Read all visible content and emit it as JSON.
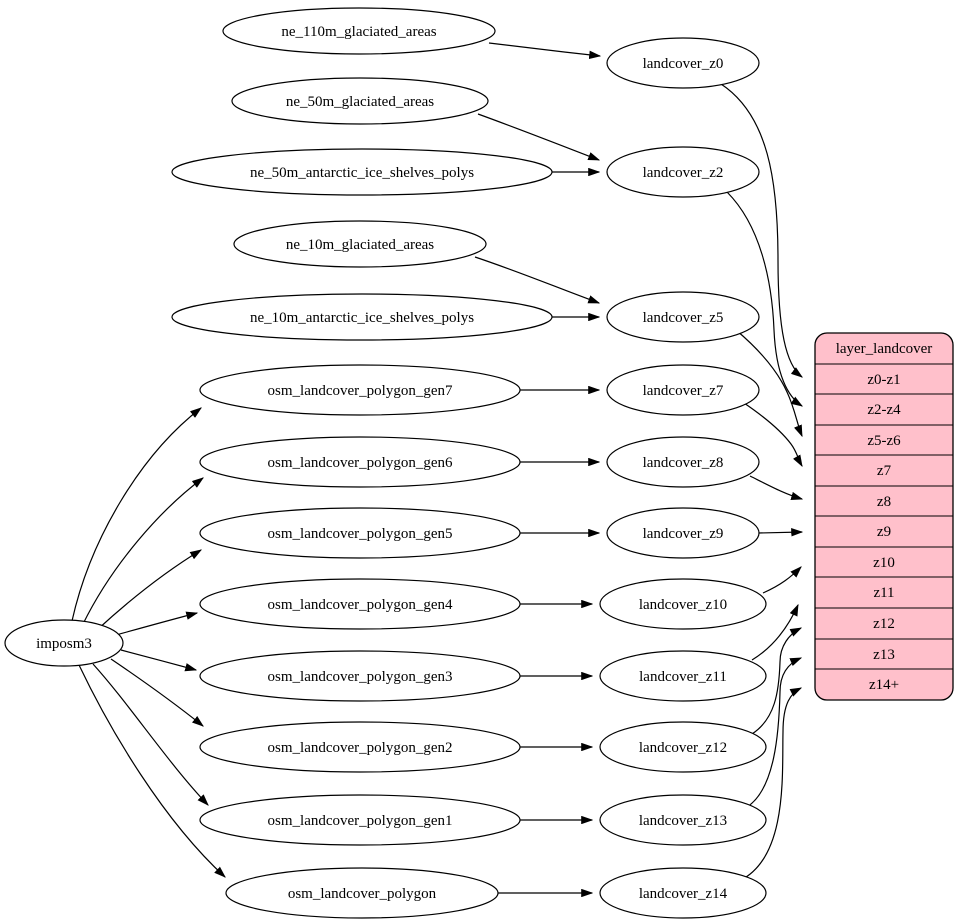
{
  "diagram": {
    "title": "layer_landcover ETL graph",
    "colors": {
      "background": "#ffffff",
      "node_fill": "#ffffff",
      "node_stroke": "#000000",
      "edge_color": "#000000",
      "table_fill": "#ffc0cb"
    },
    "root": {
      "label": "imposm3"
    },
    "sources": [
      {
        "label": "ne_110m_glaciated_areas"
      },
      {
        "label": "ne_50m_glaciated_areas"
      },
      {
        "label": "ne_50m_antarctic_ice_shelves_polys"
      },
      {
        "label": "ne_10m_glaciated_areas"
      },
      {
        "label": "ne_10m_antarctic_ice_shelves_polys"
      },
      {
        "label": "osm_landcover_polygon_gen7"
      },
      {
        "label": "osm_landcover_polygon_gen6"
      },
      {
        "label": "osm_landcover_polygon_gen5"
      },
      {
        "label": "osm_landcover_polygon_gen4"
      },
      {
        "label": "osm_landcover_polygon_gen3"
      },
      {
        "label": "osm_landcover_polygon_gen2"
      },
      {
        "label": "osm_landcover_polygon_gen1"
      },
      {
        "label": "osm_landcover_polygon"
      }
    ],
    "views": [
      {
        "label": "landcover_z0"
      },
      {
        "label": "landcover_z2"
      },
      {
        "label": "landcover_z5"
      },
      {
        "label": "landcover_z7"
      },
      {
        "label": "landcover_z8"
      },
      {
        "label": "landcover_z9"
      },
      {
        "label": "landcover_z10"
      },
      {
        "label": "landcover_z11"
      },
      {
        "label": "landcover_z12"
      },
      {
        "label": "landcover_z13"
      },
      {
        "label": "landcover_z14"
      }
    ],
    "table": {
      "title": "layer_landcover",
      "rows": [
        {
          "label": "z0-z1"
        },
        {
          "label": "z2-z4"
        },
        {
          "label": "z5-z6"
        },
        {
          "label": "z7"
        },
        {
          "label": "z8"
        },
        {
          "label": "z9"
        },
        {
          "label": "z10"
        },
        {
          "label": "z11"
        },
        {
          "label": "z12"
        },
        {
          "label": "z13"
        },
        {
          "label": "z14+"
        }
      ]
    },
    "edges": [
      {
        "from": "imposm3",
        "to": "osm_landcover_polygon_gen7"
      },
      {
        "from": "imposm3",
        "to": "osm_landcover_polygon_gen6"
      },
      {
        "from": "imposm3",
        "to": "osm_landcover_polygon_gen5"
      },
      {
        "from": "imposm3",
        "to": "osm_landcover_polygon_gen4"
      },
      {
        "from": "imposm3",
        "to": "osm_landcover_polygon_gen3"
      },
      {
        "from": "imposm3",
        "to": "osm_landcover_polygon_gen2"
      },
      {
        "from": "imposm3",
        "to": "osm_landcover_polygon_gen1"
      },
      {
        "from": "imposm3",
        "to": "osm_landcover_polygon"
      },
      {
        "from": "ne_110m_glaciated_areas",
        "to": "landcover_z0"
      },
      {
        "from": "ne_50m_glaciated_areas",
        "to": "landcover_z2"
      },
      {
        "from": "ne_50m_antarctic_ice_shelves_polys",
        "to": "landcover_z2"
      },
      {
        "from": "ne_10m_glaciated_areas",
        "to": "landcover_z5"
      },
      {
        "from": "ne_10m_antarctic_ice_shelves_polys",
        "to": "landcover_z5"
      },
      {
        "from": "osm_landcover_polygon_gen7",
        "to": "landcover_z7"
      },
      {
        "from": "osm_landcover_polygon_gen6",
        "to": "landcover_z8"
      },
      {
        "from": "osm_landcover_polygon_gen5",
        "to": "landcover_z9"
      },
      {
        "from": "osm_landcover_polygon_gen4",
        "to": "landcover_z10"
      },
      {
        "from": "osm_landcover_polygon_gen3",
        "to": "landcover_z11"
      },
      {
        "from": "osm_landcover_polygon_gen2",
        "to": "landcover_z12"
      },
      {
        "from": "osm_landcover_polygon_gen1",
        "to": "landcover_z13"
      },
      {
        "from": "osm_landcover_polygon",
        "to": "landcover_z14"
      },
      {
        "from": "landcover_z0",
        "to": "layer_landcover.z0-z1"
      },
      {
        "from": "landcover_z2",
        "to": "layer_landcover.z2-z4"
      },
      {
        "from": "landcover_z5",
        "to": "layer_landcover.z5-z6"
      },
      {
        "from": "landcover_z7",
        "to": "layer_landcover.z7"
      },
      {
        "from": "landcover_z8",
        "to": "layer_landcover.z8"
      },
      {
        "from": "landcover_z9",
        "to": "layer_landcover.z9"
      },
      {
        "from": "landcover_z10",
        "to": "layer_landcover.z10"
      },
      {
        "from": "landcover_z11",
        "to": "layer_landcover.z11"
      },
      {
        "from": "landcover_z12",
        "to": "layer_landcover.z12"
      },
      {
        "from": "landcover_z13",
        "to": "layer_landcover.z13"
      },
      {
        "from": "landcover_z14",
        "to": "layer_landcover.z14+"
      }
    ]
  }
}
